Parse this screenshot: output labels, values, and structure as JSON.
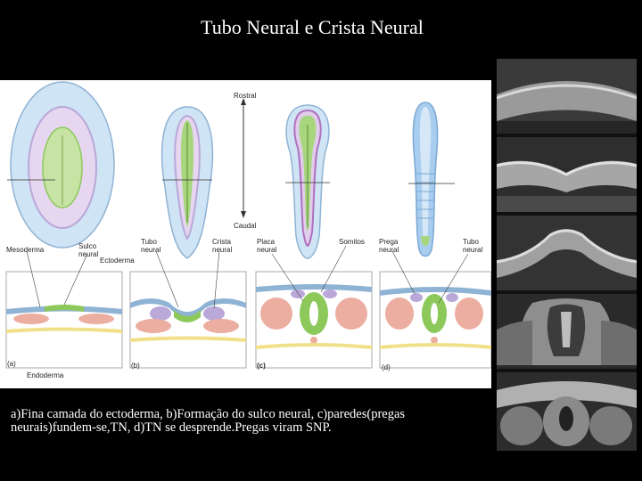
{
  "title": "Tubo Neural e Crista Neural",
  "labels": {
    "rostral": "Rostral",
    "caudal": "Caudal",
    "mesoderma": "Mesoderma",
    "sulco_neural": "Sulco\nneural",
    "ectoderma": "Ectoderma",
    "tubo_neural_1": "Tubo\nneural",
    "crista_neural": "Crista\nneural",
    "placa_neural": "Placa\nneural",
    "somitos": "Somitos",
    "prega_neural": "Prega\nneural",
    "tubo_neural_2": "Tubo\nneural",
    "endoderma": "Endoderma",
    "panel_a": "(a)",
    "panel_b": "(b)",
    "panel_c": "(c)",
    "panel_d": "(d)"
  },
  "caption": "a)Fina camada do ectoderma, b)Formação do sulco neural, c)paredes(pregas neurais)fundem-se,TN, d)TN se desprende.Pregas viram SNP.",
  "colors": {
    "ectoderm_blue": "#b9d7ee",
    "neural_green": "#8cc85a",
    "mesoderm_pink": "#ecaea0",
    "crest_purple": "#b9a8d8",
    "endoderm_yellow": "#f0e08a"
  }
}
